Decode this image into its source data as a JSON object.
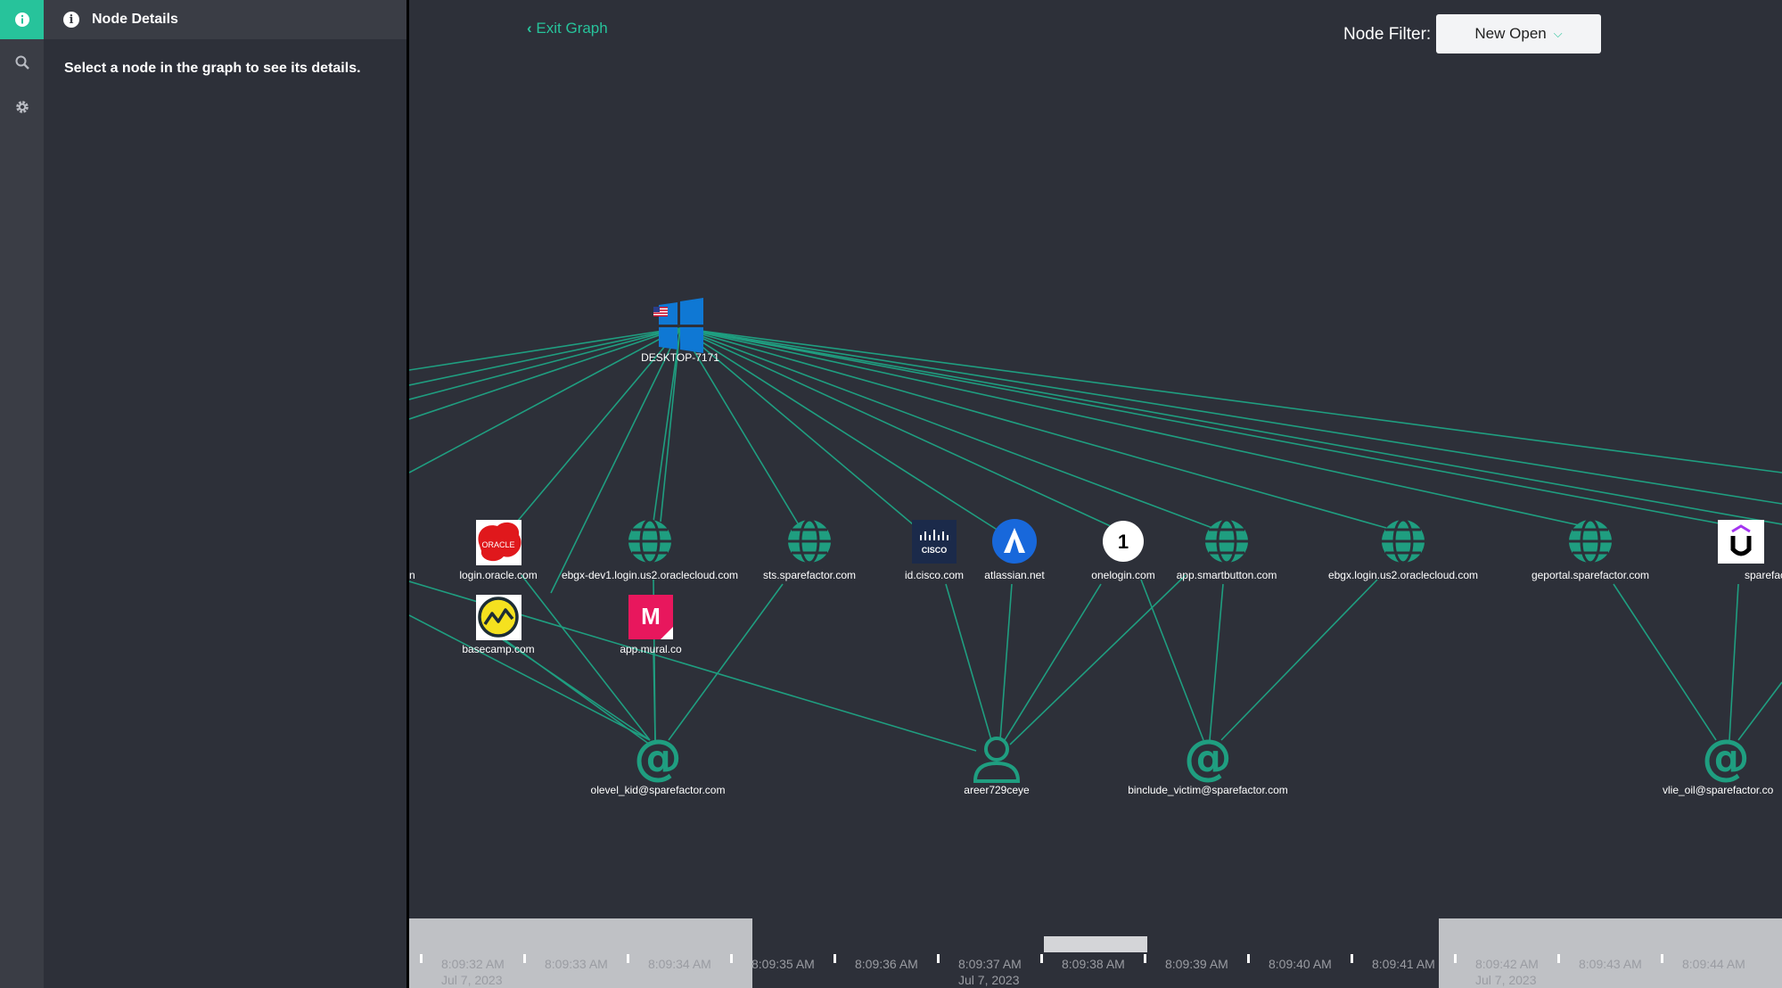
{
  "sidebar": {
    "icons": [
      "info-icon",
      "search-icon",
      "gear-icon"
    ]
  },
  "panel": {
    "title": "Node Details",
    "message": "Select a node in the graph to see its details."
  },
  "toolbar": {
    "exit_label": "Exit Graph",
    "filter_label": "Node Filter:",
    "filter_value": "New Open"
  },
  "graph": {
    "center_node": "DESKTOP-7171",
    "domains": [
      "login.oracle.com",
      "ebgx-dev1.login.us2.oraclecloud.com",
      "sts.sparefactor.com",
      "id.cisco.com",
      "atlassian.net",
      "onelogin.com",
      "app.smartbutton.com",
      "ebgx.login.us2.oraclecloud.com",
      "geportal.sparefactor.com",
      "sparefactorindia.udem"
    ],
    "partial_label": "n",
    "domains_row2": [
      "basecamp.com",
      "app.mural.co"
    ],
    "users": [
      "olevel_kid@sparefactor.com",
      "areer729ceye",
      "binclude_victim@sparefactor.com",
      "vlie_oil@sparefactor.co"
    ]
  },
  "timeline": {
    "times": [
      "8:09:32 AM",
      "8:09:33 AM",
      "8:09:34 AM",
      "8:09:35 AM",
      "8:09:36 AM",
      "8:09:37 AM",
      "8:09:38 AM",
      "8:09:39 AM",
      "8:09:40 AM",
      "8:09:41 AM",
      "8:09:42 AM",
      "8:09:43 AM",
      "8:09:44 AM"
    ],
    "date": "Jul 7, 2023"
  },
  "colors": {
    "accent": "#27c39b",
    "background": "#2d3039",
    "rail": "#3a3d45",
    "edge": "#1f9e80"
  }
}
